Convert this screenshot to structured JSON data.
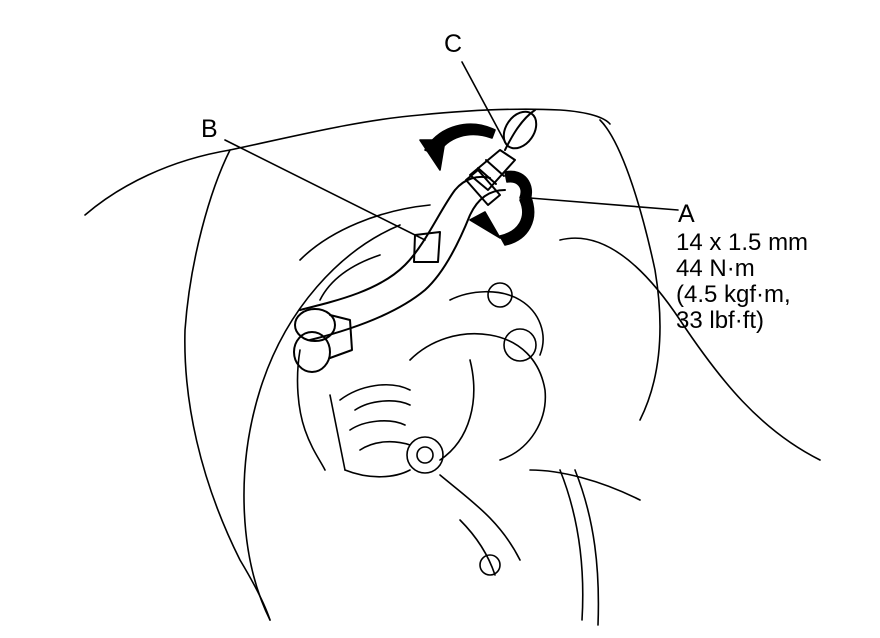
{
  "callouts": {
    "a": "A",
    "b": "B",
    "c": "C"
  },
  "spec": {
    "thread": "14 x 1.5 mm",
    "torque_nm": "44 N·m",
    "torque_kgfm": "(4.5 kgf·m,",
    "torque_lbfft": "33 lbf·ft)"
  },
  "colors": {
    "line": "#000000",
    "background": "#ffffff"
  }
}
